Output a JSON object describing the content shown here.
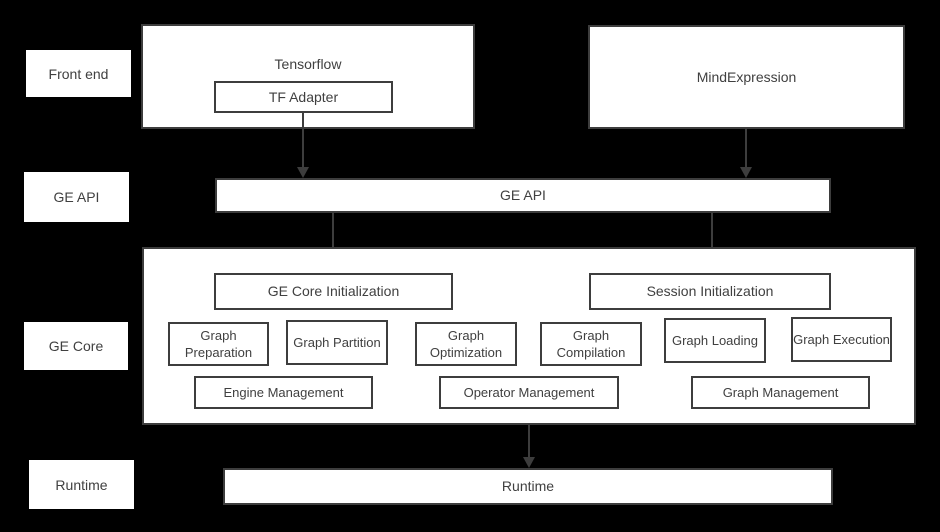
{
  "colors": {
    "background": "#000000",
    "node_fill": "#ffffff",
    "node_border": "#3d3d3d",
    "text": "#404040",
    "arrow": "#3d3d3d"
  },
  "row_labels": {
    "front_end": "Front end",
    "ge_api": "GE API",
    "ge_core": "GE Core",
    "runtime": "Runtime"
  },
  "front_end": {
    "tensorflow_title": "Tensorflow",
    "tf_adapter": "TF Adapter",
    "mind_expression": "MindExpression"
  },
  "ge_api": {
    "bar": "GE API"
  },
  "ge_core": {
    "init_left": "GE Core Initialization",
    "init_right": "Session Initialization",
    "stages": [
      "Graph Preparation",
      "Graph Partition",
      "Graph Optimization",
      "Graph Compilation",
      "Graph Loading",
      "Graph Execution"
    ],
    "management": [
      "Engine Management",
      "Operator Management",
      "Graph Management"
    ]
  },
  "runtime": {
    "bar": "Runtime"
  }
}
